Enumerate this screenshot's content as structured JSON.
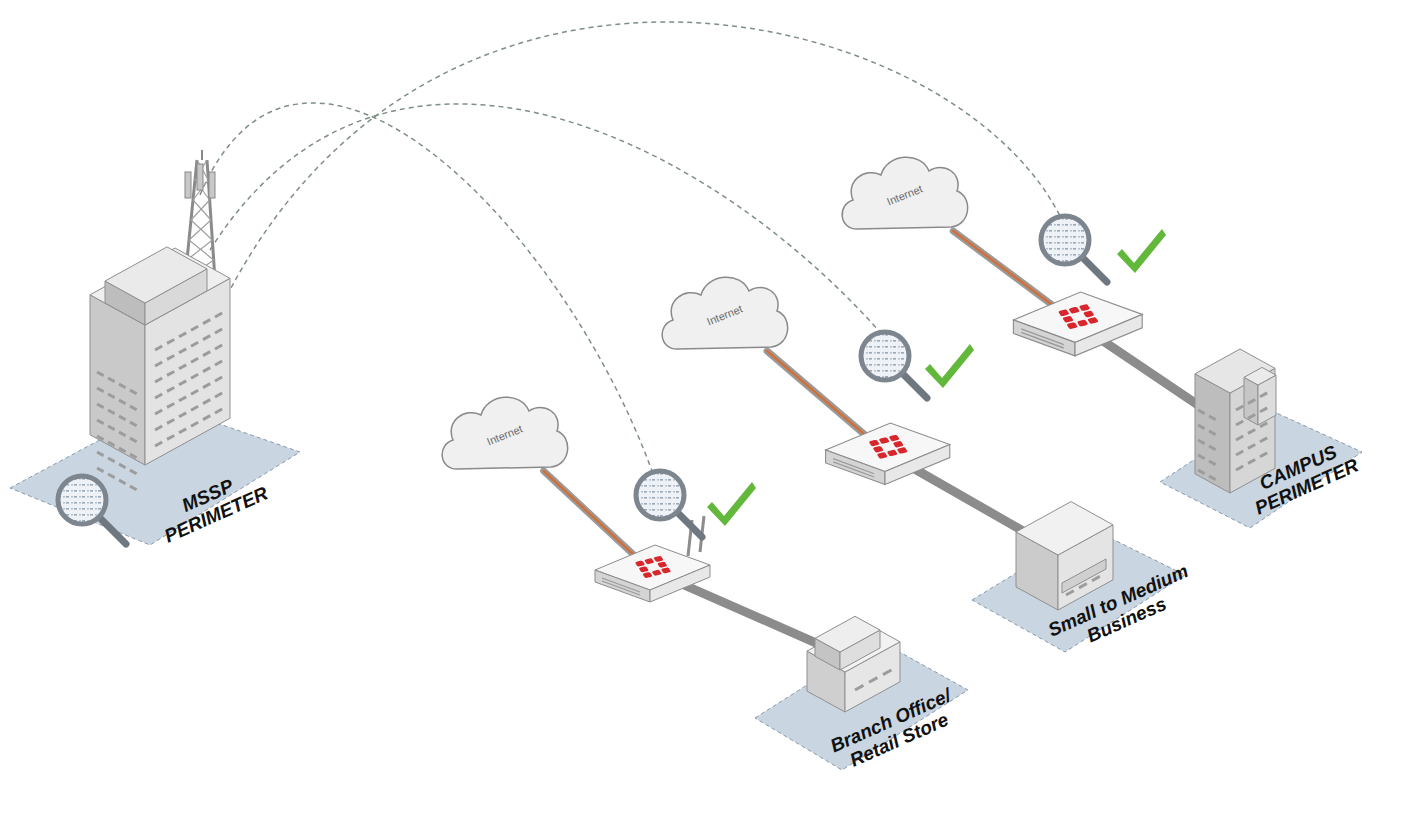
{
  "diagram": {
    "nodes": [
      {
        "text": [
          "MSSP PERIMETER"
        ]
      },
      {
        "text": [
          "Internet"
        ]
      },
      {
        "text": [
          "Internet"
        ]
      },
      {
        "text": [
          "Internet"
        ]
      },
      {
        "text": [
          "Branch Office/ Retail Store"
        ]
      },
      {
        "text": [
          "Small to Medium Business"
        ]
      },
      {
        "text": [
          "CAMPUS PERIMETER"
        ]
      }
    ],
    "edges": [
      {
        "from": 1,
        "to": 4,
        "arrow": "none"
      },
      {
        "from": 2,
        "to": 5,
        "arrow": "none"
      },
      {
        "from": 3,
        "to": 6,
        "arrow": "none"
      }
    ]
  }
}
